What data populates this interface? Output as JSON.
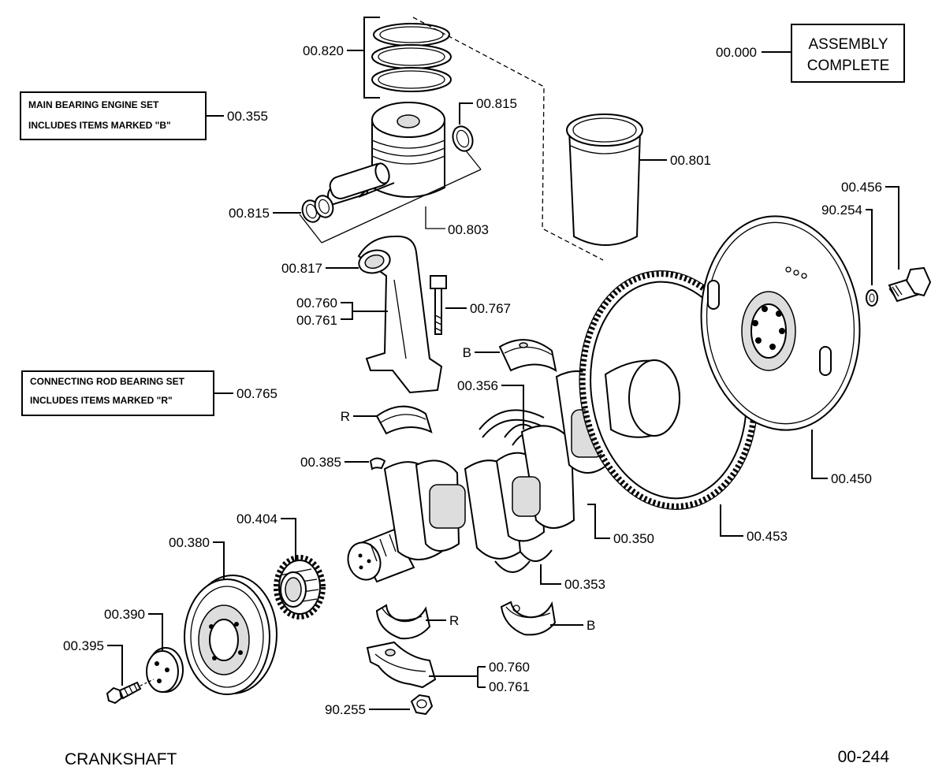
{
  "title": "CRANKSHAFT",
  "page_ref": "00-244",
  "assembly": {
    "code": "00.000",
    "line1": "ASSEMBLY",
    "line2": "COMPLETE"
  },
  "boxes": {
    "main_bearing": {
      "line1": "MAIN BEARING ENGINE SET",
      "line2": "INCLUDES ITEMS MARKED \"B\"",
      "code": "00.355"
    },
    "conrod_bearing": {
      "line1": "CONNECTING ROD BEARING SET",
      "line2": "INCLUDES ITEMS MARKED \"R\"",
      "code": "00.765"
    }
  },
  "callouts": {
    "rings": "00.820",
    "circlip_right": "00.815",
    "circlip_left": "00.815",
    "piston": "00.803",
    "liner": "00.801",
    "small_end_bush": "00.817",
    "rod_a": "00.760",
    "rod_b": "00.761",
    "rod_bolt": "00.767",
    "bearing_b_top": "B",
    "thrust_washer": "00.356",
    "bearing_r_top": "R",
    "key": "00.385",
    "gear": "00.404",
    "pulley": "00.380",
    "washer_plate": "00.390",
    "pulley_bolt": "00.395",
    "bearing_r_bottom": "R",
    "bearing_b_bottom": "B",
    "cap_a": "00.760",
    "cap_b": "00.761",
    "nut": "90.255",
    "crankshaft": "00.350",
    "thrust_lower": "00.353",
    "ring_gear": "00.453",
    "flywheel": "00.450",
    "fly_bolt": "00.456",
    "fly_washer": "90.254"
  }
}
